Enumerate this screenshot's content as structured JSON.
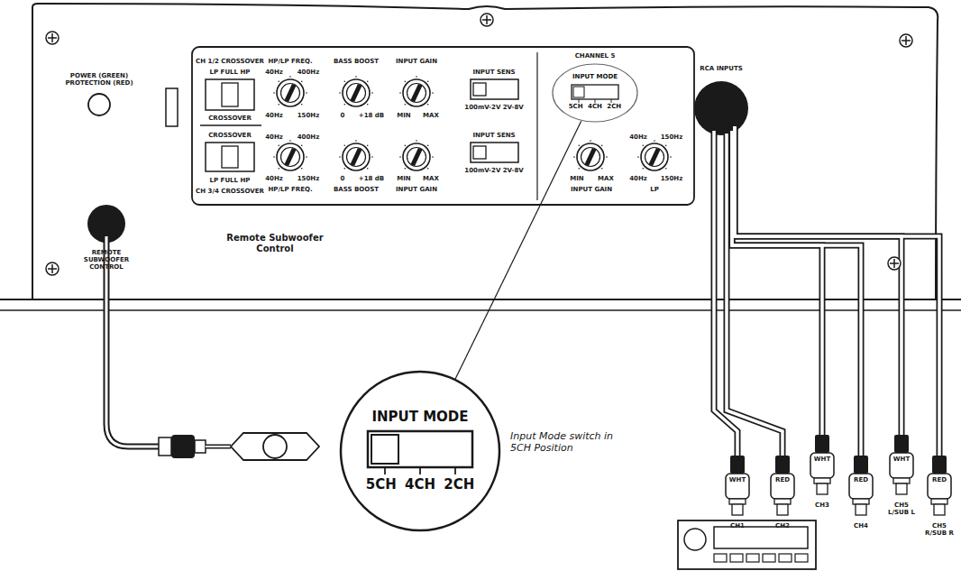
{
  "diagram": {
    "nodes": [
      {
        "text": [
          "INPUT MODE",
          "5CH 4CH 2CH"
        ]
      },
      {
        "text": [
          "INPUT MODE",
          "5CH 4CH 2CH"
        ]
      }
    ],
    "edges": [
      {
        "from": 0,
        "to": 1,
        "arrow": "none"
      }
    ],
    "labels": [
      "POWER (GREEN) PROTECTION (RED)",
      "CH 1/2 CROSSOVER",
      "LP FULL HP",
      "CROSSOVER",
      "HP/LP FREQ.",
      "40Hz",
      "400Hz",
      "40Hz",
      "150Hz",
      "BASS BOOST",
      "0",
      "+18 dB",
      "INPUT GAIN",
      "MIN",
      "MAX",
      "INPUT SENS",
      "100mV-2V 2V-8V",
      "CROSSOVER",
      "LP FULL HP",
      "CH 3/4 CROSSOVER",
      "40Hz",
      "400Hz",
      "40Hz",
      "150Hz",
      "HP/LP FREQ.",
      "0",
      "+18 dB",
      "BASS BOOST",
      "MIN",
      "MAX",
      "INPUT GAIN",
      "INPUT SENS",
      "100mV-2V 2V-8V",
      "CHANNEL 5",
      "40Hz",
      "150Hz",
      "MIN",
      "MAX",
      "INPUT GAIN",
      "40Hz",
      "150Hz",
      "LP",
      "RCA INPUTS",
      "REMOTE SUBWOOFER CONTROL",
      "Remote Subwoofer Control",
      "Input Mode switch in 5CH Position",
      "WHT",
      "RED",
      "WHT",
      "RED",
      "WHT",
      "RED",
      "CH1",
      "CH2",
      "CH3",
      "CH4",
      "CH5 L/SUB L",
      "CH5 R/SUB R"
    ]
  }
}
